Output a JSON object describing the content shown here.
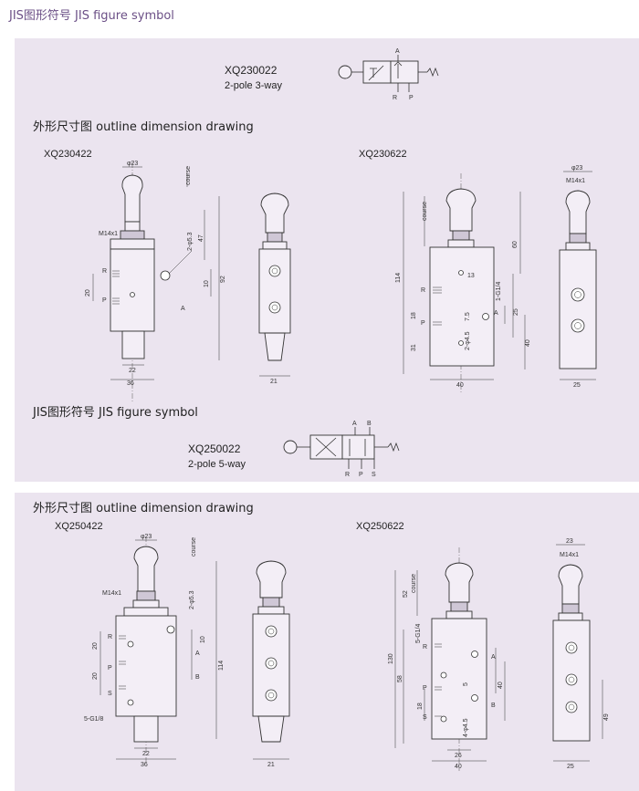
{
  "header": {
    "title": "JIS图形符号 JIS figure symbol"
  },
  "symbol1": {
    "model": "XQ230022",
    "desc": "2-pole 3-way",
    "ports": [
      "A",
      "R",
      "P"
    ]
  },
  "section1": {
    "title": "外形尺寸图 outline dimension drawing"
  },
  "drawing_xq230422": {
    "model": "XQ230422",
    "dims": [
      "φ23",
      "course",
      "M14x1",
      "2-φ5.3",
      "47",
      "92",
      "10",
      "R",
      "A",
      "20",
      "P",
      "22",
      "36",
      "21"
    ]
  },
  "drawing_xq230622": {
    "model": "XQ230622",
    "dims": [
      "φ23",
      "M14x1",
      "course",
      "60",
      "114",
      "13",
      "1-G1/4",
      "R",
      "A",
      "18",
      "7.5",
      "25",
      "P",
      "31",
      "2-φ4.5",
      "40",
      "40",
      "25"
    ]
  },
  "symbol2_title": "JIS图形符号 JIS figure symbol",
  "symbol2": {
    "model": "XQ250022",
    "desc": "2-pole 5-way",
    "ports": [
      "A",
      "B",
      "R",
      "P",
      "S"
    ]
  },
  "section2": {
    "title": "外形尺寸图 outline dimension drawing"
  },
  "drawing_xq250422": {
    "model": "XQ250422",
    "dims": [
      "φ23",
      "course",
      "M14x1",
      "2-φ5.3",
      "R",
      "20",
      "A",
      "10",
      "P",
      "20",
      "B",
      "114",
      "S",
      "5-G1/8",
      "22",
      "36",
      "21"
    ]
  },
  "drawing_xq250622": {
    "model": "XQ250622",
    "dims": [
      "23",
      "M14x1",
      "course",
      "52",
      "5-G1/4",
      "R",
      "A",
      "130",
      "58",
      "5",
      "P",
      "18",
      "40",
      "B",
      "S",
      "4-φ4.5",
      "49",
      "26",
      "40",
      "25"
    ]
  }
}
